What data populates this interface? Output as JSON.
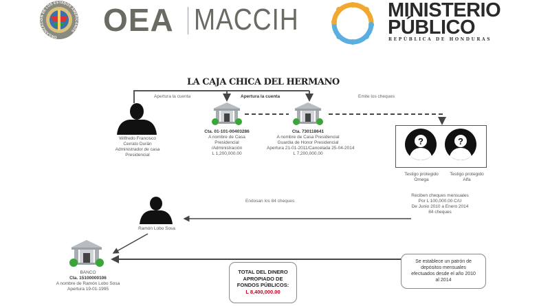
{
  "header": {
    "oea_logo_text": "OEA",
    "maccih_text": "MACCIH",
    "oea_seal_text": "ORGANIZACIÓN DE LOS ESTADOS AMERICANOS",
    "mp_line1": "MINISTERIO",
    "mp_line2": "PÚBLICO",
    "mp_subtitle": "REPÚBLICA DE HONDURAS"
  },
  "title": "LA CAJA CHICA DEL HERMANO",
  "edges": {
    "apertura1": "Apertura la cuenta",
    "apertura2": "Apertura la cuenta",
    "emite": "Emite los cheques",
    "endosan": "Endosan los 84 cheques"
  },
  "person1": {
    "lines": [
      "Wilfredo Francisco",
      "Cerrato Durán",
      "Administrador de casa",
      "Presidencial"
    ]
  },
  "bank1": {
    "account": "Cta. 01-101-00403286",
    "lines": [
      "A nombre de Casa",
      "Presidencial",
      "/Administración",
      "L 1,200,000.00"
    ]
  },
  "bank2": {
    "account": "Cta. 730118641",
    "lines": [
      "A nombre de Casa Presidencial",
      "Guardia de Honor Presidencial",
      "Apertura 21-01-2011/Cancelada 25-04-2014",
      "L 7,200,000.00"
    ]
  },
  "witnesses": [
    {
      "line1": "Testigo protegido",
      "line2": "Omega"
    },
    {
      "line1": "Testigo protegido",
      "line2": "Alfa"
    }
  ],
  "reciben": [
    "Reciben cheques mensuales",
    "Por L 100,000.00  C/U",
    "De Junio 2010 a Enero 2014",
    "84 cheques"
  ],
  "person2": {
    "name": "Ramón Lobo Sosa"
  },
  "bank3": {
    "label": "BANCO",
    "account": "Cta. 15100000106",
    "lines": [
      "A nombre de Ramón Lobo Sosa",
      "Apertura 19-01-1995"
    ]
  },
  "total_box": {
    "lines": [
      "TOTAL DEL DINERO",
      "APROPIADO DE",
      "FONDOS PÚBLICOS:"
    ],
    "amount": "L 8,400,000.00"
  },
  "pattern_box": [
    "Se establece un patrón de",
    "depósitos mensuales",
    "efectuados desde el año 2010",
    "al  2014"
  ],
  "colors": {
    "amount": "#c0001a",
    "gray_logo": "#6b6b63",
    "mp_orange": "#f0a830",
    "mp_blue": "#5aaee0"
  }
}
